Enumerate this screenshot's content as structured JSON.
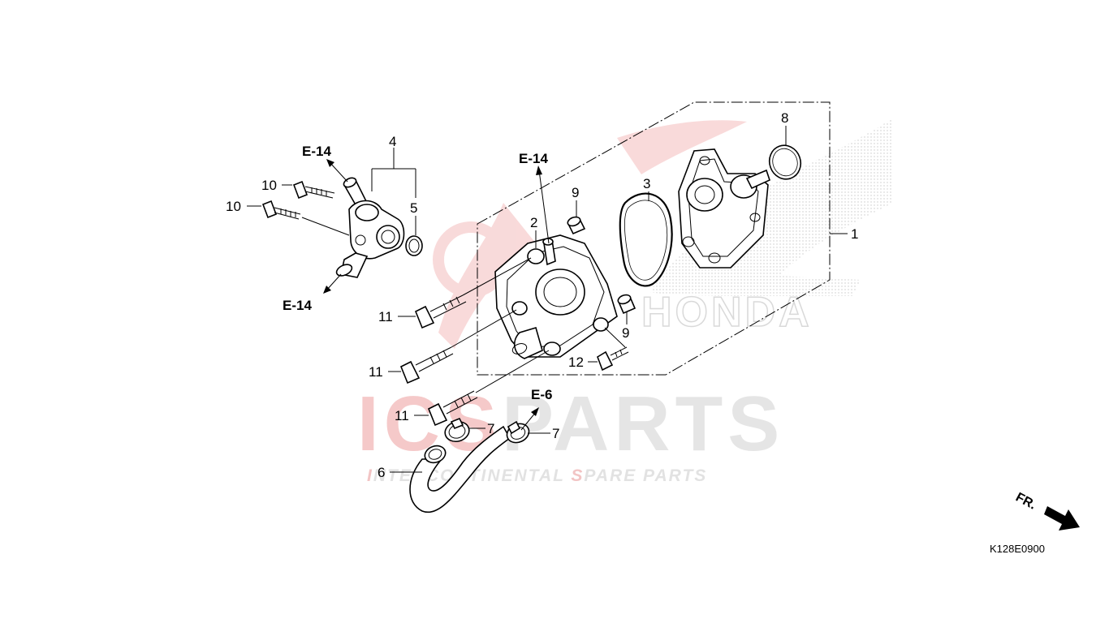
{
  "diagram": {
    "code": "K128E0900",
    "front_marker": "FR.",
    "section_refs": {
      "a": "E-14",
      "b": "E-14",
      "c": "E-14",
      "d": "E-6"
    },
    "callouts": {
      "p1": "1",
      "p2": "2",
      "p3": "3",
      "p4": "4",
      "p5": "5",
      "p6": "6",
      "p7a": "7",
      "p7b": "7",
      "p8": "8",
      "p9a": "9",
      "p9b": "9",
      "p10a": "10",
      "p10b": "10",
      "p11a": "11",
      "p11b": "11",
      "p11c": "11",
      "p12": "12"
    }
  },
  "watermark": {
    "brand_red": "ICS",
    "brand_grey": "PARTS",
    "tag_1_red": "I",
    "tag_1_grey": "NTERCONTINENTAL ",
    "tag_2_red": "S",
    "tag_2_grey": "PARE PARTS",
    "honda": "HONDA",
    "red_hex": "#f2c4c4",
    "grey_hex": "#e2e2e2"
  }
}
